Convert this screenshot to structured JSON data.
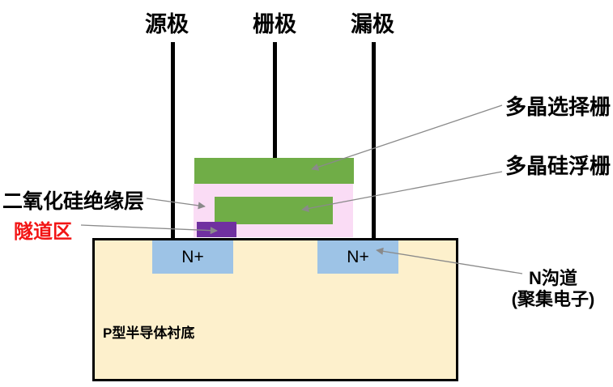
{
  "terminals": {
    "source": "源极",
    "gate": "栅极",
    "drain": "漏极"
  },
  "annotations": {
    "select_gate": "多晶选择栅",
    "floating_gate": "多晶硅浮栅",
    "oxide_layer": "二氧化硅绝缘层",
    "tunnel_region": "隧道区",
    "n_channel_line1": "N沟道",
    "n_channel_line2": "(聚集电子)"
  },
  "regions": {
    "substrate": "P型半导体衬底",
    "n_plus_source": "N+",
    "n_plus_drain": "N+"
  },
  "colors": {
    "gate_green": "#70AD47",
    "oxide_pink": "#FADCF5",
    "tunnel_purple": "#7030A0",
    "n_plus_blue": "#9DC3E6",
    "substrate_tan": "#FDF0CC",
    "tunnel_label_red": "#F21414",
    "leader_gray": "#8a8a8a",
    "line_black": "#000000"
  }
}
